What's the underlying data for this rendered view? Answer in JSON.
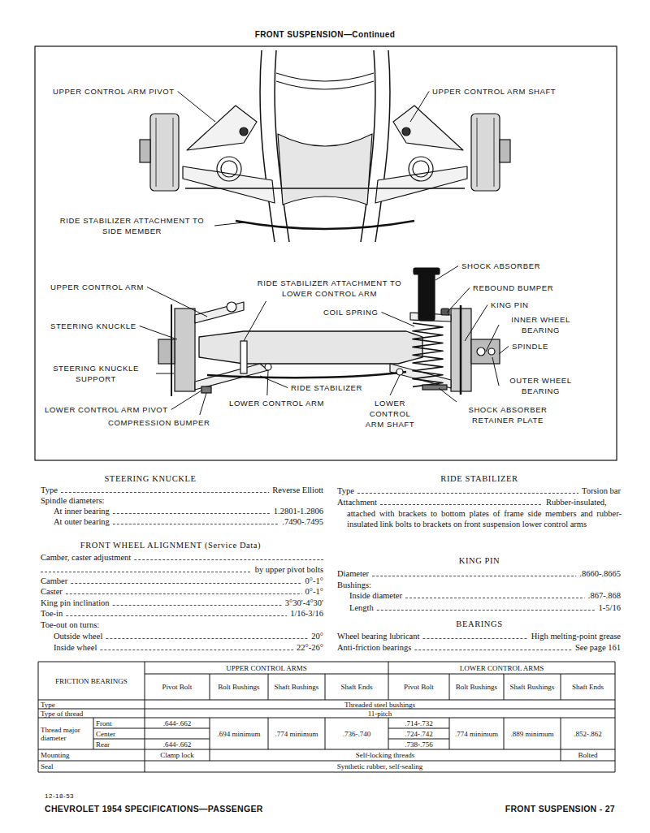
{
  "diagram": {
    "title": "FRONT SUSPENSION—Continued",
    "labels": [
      "UPPER CONTROL ARM PIVOT",
      "UPPER CONTROL ARM SHAFT",
      "RIDE STABILIZER ATTACHMENT TO SIDE MEMBER",
      "SHOCK ABSORBER",
      "UPPER CONTROL ARM",
      "RIDE STABILIZER ATTACHMENT TO LOWER CONTROL ARM",
      "REBOUND BUMPER",
      "KING PIN",
      "COIL SPRING",
      "STEERING KNUCKLE",
      "INNER WHEEL BEARING",
      "SPINDLE",
      "STEERING KNUCKLE SUPPORT",
      "OUTER WHEEL BEARING",
      "RIDE STABILIZER",
      "LOWER CONTROL ARM PIVOT",
      "LOWER CONTROL ARM",
      "LOWER CONTROL ARM SHAFT",
      "SHOCK ABSORBER RETAINER PLATE",
      "COMPRESSION BUMPER",
      "STEERING KNUCKLE",
      "Type",
      "Reverse Elliott",
      "Spindle diameters:",
      "At inner bearing",
      "1.2801-1.2806",
      "At outer bearing",
      ".7490-.7495",
      "FRONT WHEEL ALIGNMENT (Service Data)",
      "Camber, caster adjustment",
      "by upper pivot bolts",
      "Camber",
      "0°-1°",
      "Caster",
      "0°-1°",
      "King pin inclination",
      "3°30'-4°30'",
      "Toe-in",
      "1/16-3/16",
      "Toe-out on turns:",
      "Outside wheel",
      "20°",
      "Inside wheel",
      "22°-26°",
      "RIDE STABILIZER",
      "Type",
      "Torsion bar",
      "Attachment",
      "Rubber-insulated, attached with brackets to bottom plates of frame side members and rubber-insulated link bolts to brackets on front suspension lower control arms",
      "KING PIN",
      "Diameter",
      ".8660-.8665",
      "Bushings:",
      "Inside diameter",
      ".867-.868",
      "Length",
      "1-5/16",
      "BEARINGS",
      "Wheel bearing lubricant",
      "High melting-point grease",
      "Anti-friction bearings",
      "See page 161",
      "FRICTION BEARINGS",
      "UPPER CONTROL ARMS",
      "LOWER CONTROL ARMS",
      "Pivot Bolt",
      "Bolt Bushings",
      "Shaft Bushings",
      "Shaft Ends",
      "Pivot Bolt",
      "Bolt Bushings",
      "Shaft Bushings",
      "Shaft Ends",
      "Type",
      "Threaded steel bushings",
      "Type of thread",
      "11-pitch",
      "Thread major diameter",
      "Front",
      "Center",
      "Rear",
      ".644-.662",
      ".644-.662",
      ".694 minimum",
      ".774 minimum",
      ".736-.740",
      ".714-.732",
      ".724-.742",
      ".738-.756",
      ".774 minimum",
      ".889 minimum",
      ".852-.862",
      "Mounting",
      "Clamp lock",
      "Self-locking threads",
      "Bolted",
      "Seal",
      "Synthetic rubber, self-sealing",
      "12-18-53",
      "CHEVROLET 1954 SPECIFICATIONS—PASSENGER",
      "FRONT SUSPENSION - 27"
    ]
  }
}
